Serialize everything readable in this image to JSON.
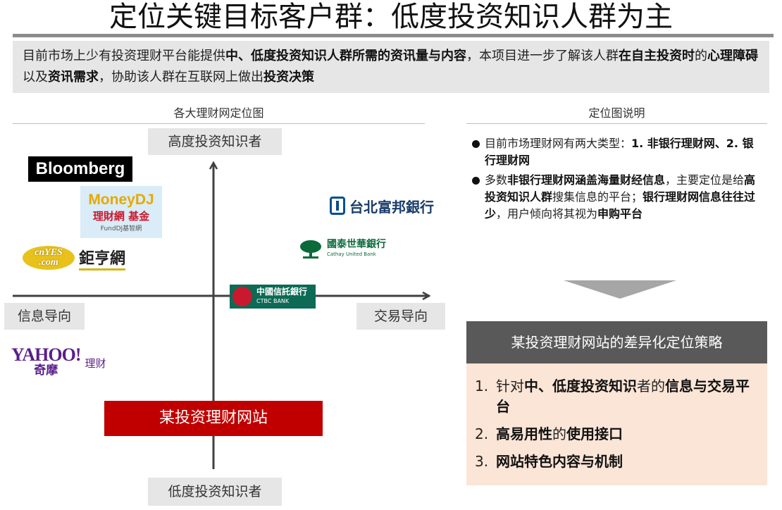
{
  "title": "定位关键目标客户群：低度投资知识人群为主",
  "intro": [
    {
      "t": "目前市场上少有投资理财平台能提供",
      "b": false
    },
    {
      "t": "中、低度投资知识人群所需的资讯量与内容",
      "b": true
    },
    {
      "t": "，本项目进一步了解该人群",
      "b": false
    },
    {
      "t": "在自主投资时",
      "b": true
    },
    {
      "t": "的",
      "b": false
    },
    {
      "t": "心理障碍",
      "b": true
    },
    {
      "t": "以及",
      "b": false
    },
    {
      "t": "资讯需求",
      "b": true
    },
    {
      "t": "，协助该人群在互联网上做出",
      "b": false
    },
    {
      "t": "投资决策",
      "b": true
    }
  ],
  "positioning_map": {
    "title": "各大理财网定位图",
    "axis_top": "高度投资知识者",
    "axis_bottom": "低度投资知识者",
    "axis_left": "信息导向",
    "axis_right": "交易导向",
    "logos": {
      "bloomberg": "Bloomberg",
      "moneydj_line1": "MoneyDJ",
      "moneydj_line2": "理財網 基金",
      "moneydj_line3": "FundDJ基智網",
      "cnyes_badge1": "cnYES",
      "cnyes_badge2": ".com",
      "cnyes_name": "鉅亨網",
      "fubon": "台北富邦銀行",
      "cathay": "國泰世華銀行",
      "cathay_sub": "Cathay United Bank",
      "ctbc": "中國信託銀行",
      "ctbc_sub": "CTBC BANK",
      "yahoo_line1": "YAHOO!",
      "yahoo_line2": "奇摩",
      "yahoo_fin": "理财"
    },
    "target": "某投资理财网站",
    "colors": {
      "target": "#c00000",
      "axis": "#404040"
    }
  },
  "explanation": {
    "title": "定位图说明",
    "bullets": [
      [
        {
          "t": "目前市场理财网有两大类型：",
          "b": false
        },
        {
          "t": "1. 非银行理财网、2. 银行理财网",
          "b": true
        }
      ],
      [
        {
          "t": "多数",
          "b": false
        },
        {
          "t": "非银行理财网涵盖海量财经信息",
          "b": true
        },
        {
          "t": "，主要定位是给",
          "b": false
        },
        {
          "t": "高投资知识人群",
          "b": true
        },
        {
          "t": "搜集信息的平台；",
          "b": false
        },
        {
          "t": "银行理财网信息往往过少",
          "b": true
        },
        {
          "t": "，用户倾向将其视为",
          "b": false
        },
        {
          "t": "申购平台",
          "b": true
        }
      ]
    ]
  },
  "strategy": {
    "header": "某投资理财网站的差异化定位策略",
    "items": [
      {
        "num": "1.",
        "parts": [
          {
            "t": "针对",
            "b": false
          },
          {
            "t": "中、低度投资知识",
            "b": true
          },
          {
            "t": "者的",
            "b": false
          },
          {
            "t": "信息与交易平台",
            "b": true
          }
        ]
      },
      {
        "num": "2.",
        "parts": [
          {
            "t": "高易用性",
            "b": true
          },
          {
            "t": "的",
            "b": false
          },
          {
            "t": "使用接口",
            "b": true
          }
        ]
      },
      {
        "num": "3.",
        "parts": [
          {
            "t": "网站特色内容与机制",
            "b": true
          }
        ]
      }
    ],
    "colors": {
      "header_bg": "#595959",
      "body_bg": "#fbe5d6"
    }
  }
}
